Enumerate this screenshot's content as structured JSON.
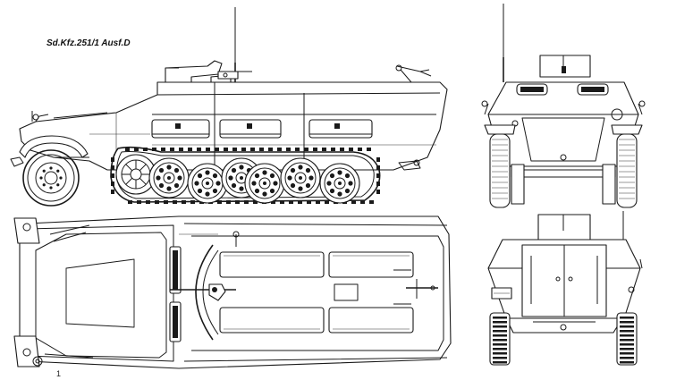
{
  "drawing": {
    "title": "Sd.Kfz.251/1 Ausf.D",
    "sheet_mark": "1"
  },
  "views": [
    {
      "id": "side",
      "icon": "side-view-drawing"
    },
    {
      "id": "top",
      "icon": "top-view-drawing"
    },
    {
      "id": "front",
      "icon": "front-view-drawing"
    },
    {
      "id": "rear",
      "icon": "rear-view-drawing"
    }
  ],
  "roadwheels": [
    {
      "hub": "wheel-hub",
      "spokes": 8
    },
    {
      "hub": "wheel-hub",
      "spokes": 8
    },
    {
      "hub": "wheel-hub",
      "spokes": 8
    },
    {
      "hub": "wheel-hub",
      "spokes": 8
    },
    {
      "hub": "wheel-hub",
      "spokes": 8
    },
    {
      "hub": "wheel-hub",
      "spokes": 8
    }
  ]
}
